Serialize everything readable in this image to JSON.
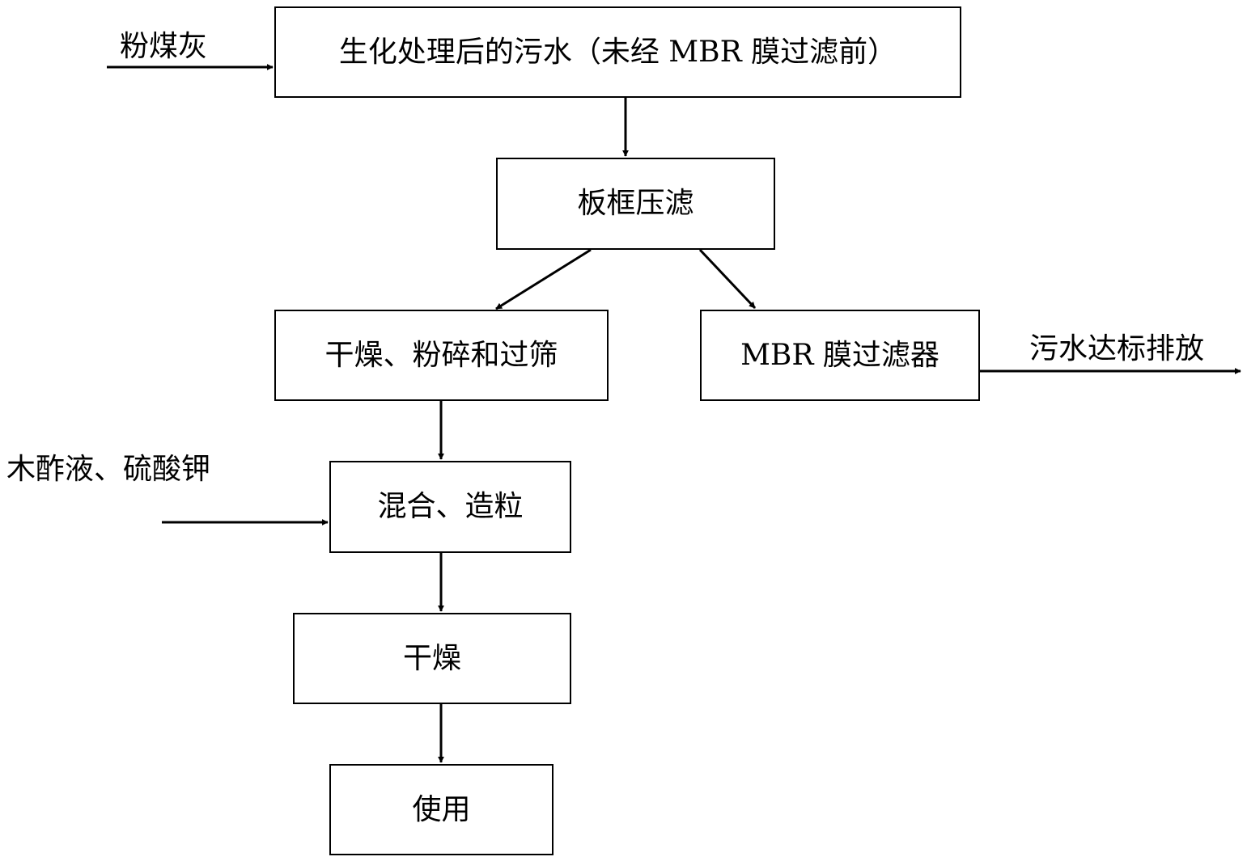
{
  "diagram": {
    "nodes": {
      "sewage": "生化处理后的污水（未经 MBR 膜过滤前）",
      "press": "板框压滤",
      "dry_crush": "干燥、粉碎和过筛",
      "mbr": "MBR 膜过滤器",
      "mix": "混合、造粒",
      "dry": "干燥",
      "use": "使用"
    },
    "inputs": {
      "fly_ash": "粉煤灰",
      "vinegar_potassium": "木酢液、硫酸钾"
    },
    "outputs": {
      "discharge": "污水达标排放"
    },
    "edges": [
      {
        "from": "粉煤灰",
        "to": "生化处理后的污水（未经 MBR 膜过滤前）"
      },
      {
        "from": "生化处理后的污水（未经 MBR 膜过滤前）",
        "to": "板框压滤"
      },
      {
        "from": "板框压滤",
        "to": "干燥、粉碎和过筛"
      },
      {
        "from": "板框压滤",
        "to": "MBR 膜过滤器"
      },
      {
        "from": "MBR 膜过滤器",
        "to": "污水达标排放"
      },
      {
        "from": "干燥、粉碎和过筛",
        "to": "混合、造粒"
      },
      {
        "from": "木酢液、硫酸钾",
        "to": "混合、造粒"
      },
      {
        "from": "混合、造粒",
        "to": "干燥"
      },
      {
        "from": "干燥",
        "to": "使用"
      }
    ],
    "colors": {
      "stroke": "#000000",
      "background": "#ffffff"
    }
  }
}
